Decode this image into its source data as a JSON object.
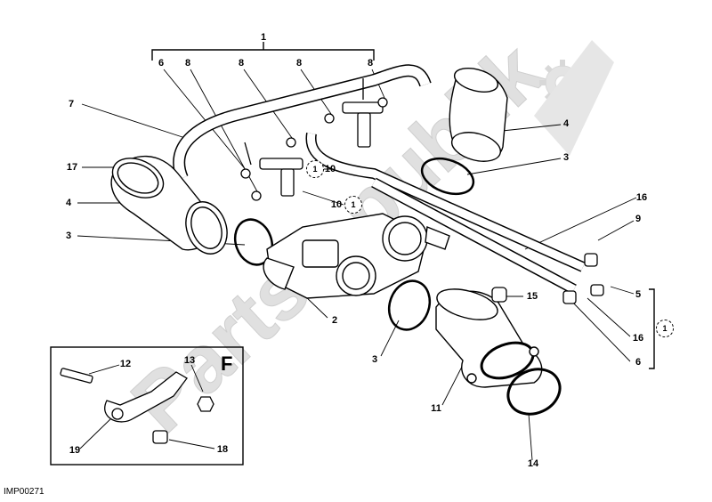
{
  "diagram": {
    "callouts": [
      {
        "id": "c1",
        "text": "1"
      },
      {
        "id": "c6a",
        "text": "6"
      },
      {
        "id": "c8a",
        "text": "8"
      },
      {
        "id": "c8b",
        "text": "8"
      },
      {
        "id": "c8c",
        "text": "8"
      },
      {
        "id": "c8d",
        "text": "8"
      },
      {
        "id": "c7",
        "text": "7"
      },
      {
        "id": "c17",
        "text": "17"
      },
      {
        "id": "c4a",
        "text": "4"
      },
      {
        "id": "c3a",
        "text": "3"
      },
      {
        "id": "c10a",
        "text": "10"
      },
      {
        "id": "c10b",
        "text": "10"
      },
      {
        "id": "c4b",
        "text": "4"
      },
      {
        "id": "c3b",
        "text": "3"
      },
      {
        "id": "c16a",
        "text": "16"
      },
      {
        "id": "c9",
        "text": "9"
      },
      {
        "id": "c5",
        "text": "5"
      },
      {
        "id": "c16b",
        "text": "16"
      },
      {
        "id": "c6b",
        "text": "6"
      },
      {
        "id": "c15",
        "text": "15"
      },
      {
        "id": "c2",
        "text": "2"
      },
      {
        "id": "c3c",
        "text": "3"
      },
      {
        "id": "c11",
        "text": "11"
      },
      {
        "id": "c14",
        "text": "14"
      },
      {
        "id": "c12",
        "text": "12"
      },
      {
        "id": "c13",
        "text": "13"
      },
      {
        "id": "c19",
        "text": "19"
      },
      {
        "id": "c18",
        "text": "18"
      }
    ],
    "group_markers": [
      {
        "id": "g1",
        "text": "1"
      },
      {
        "id": "g2",
        "text": "1"
      },
      {
        "id": "g3",
        "text": "1"
      }
    ],
    "inset_label": "F",
    "image_code": "IMP00271",
    "watermark_text": "Partsrepublik"
  }
}
